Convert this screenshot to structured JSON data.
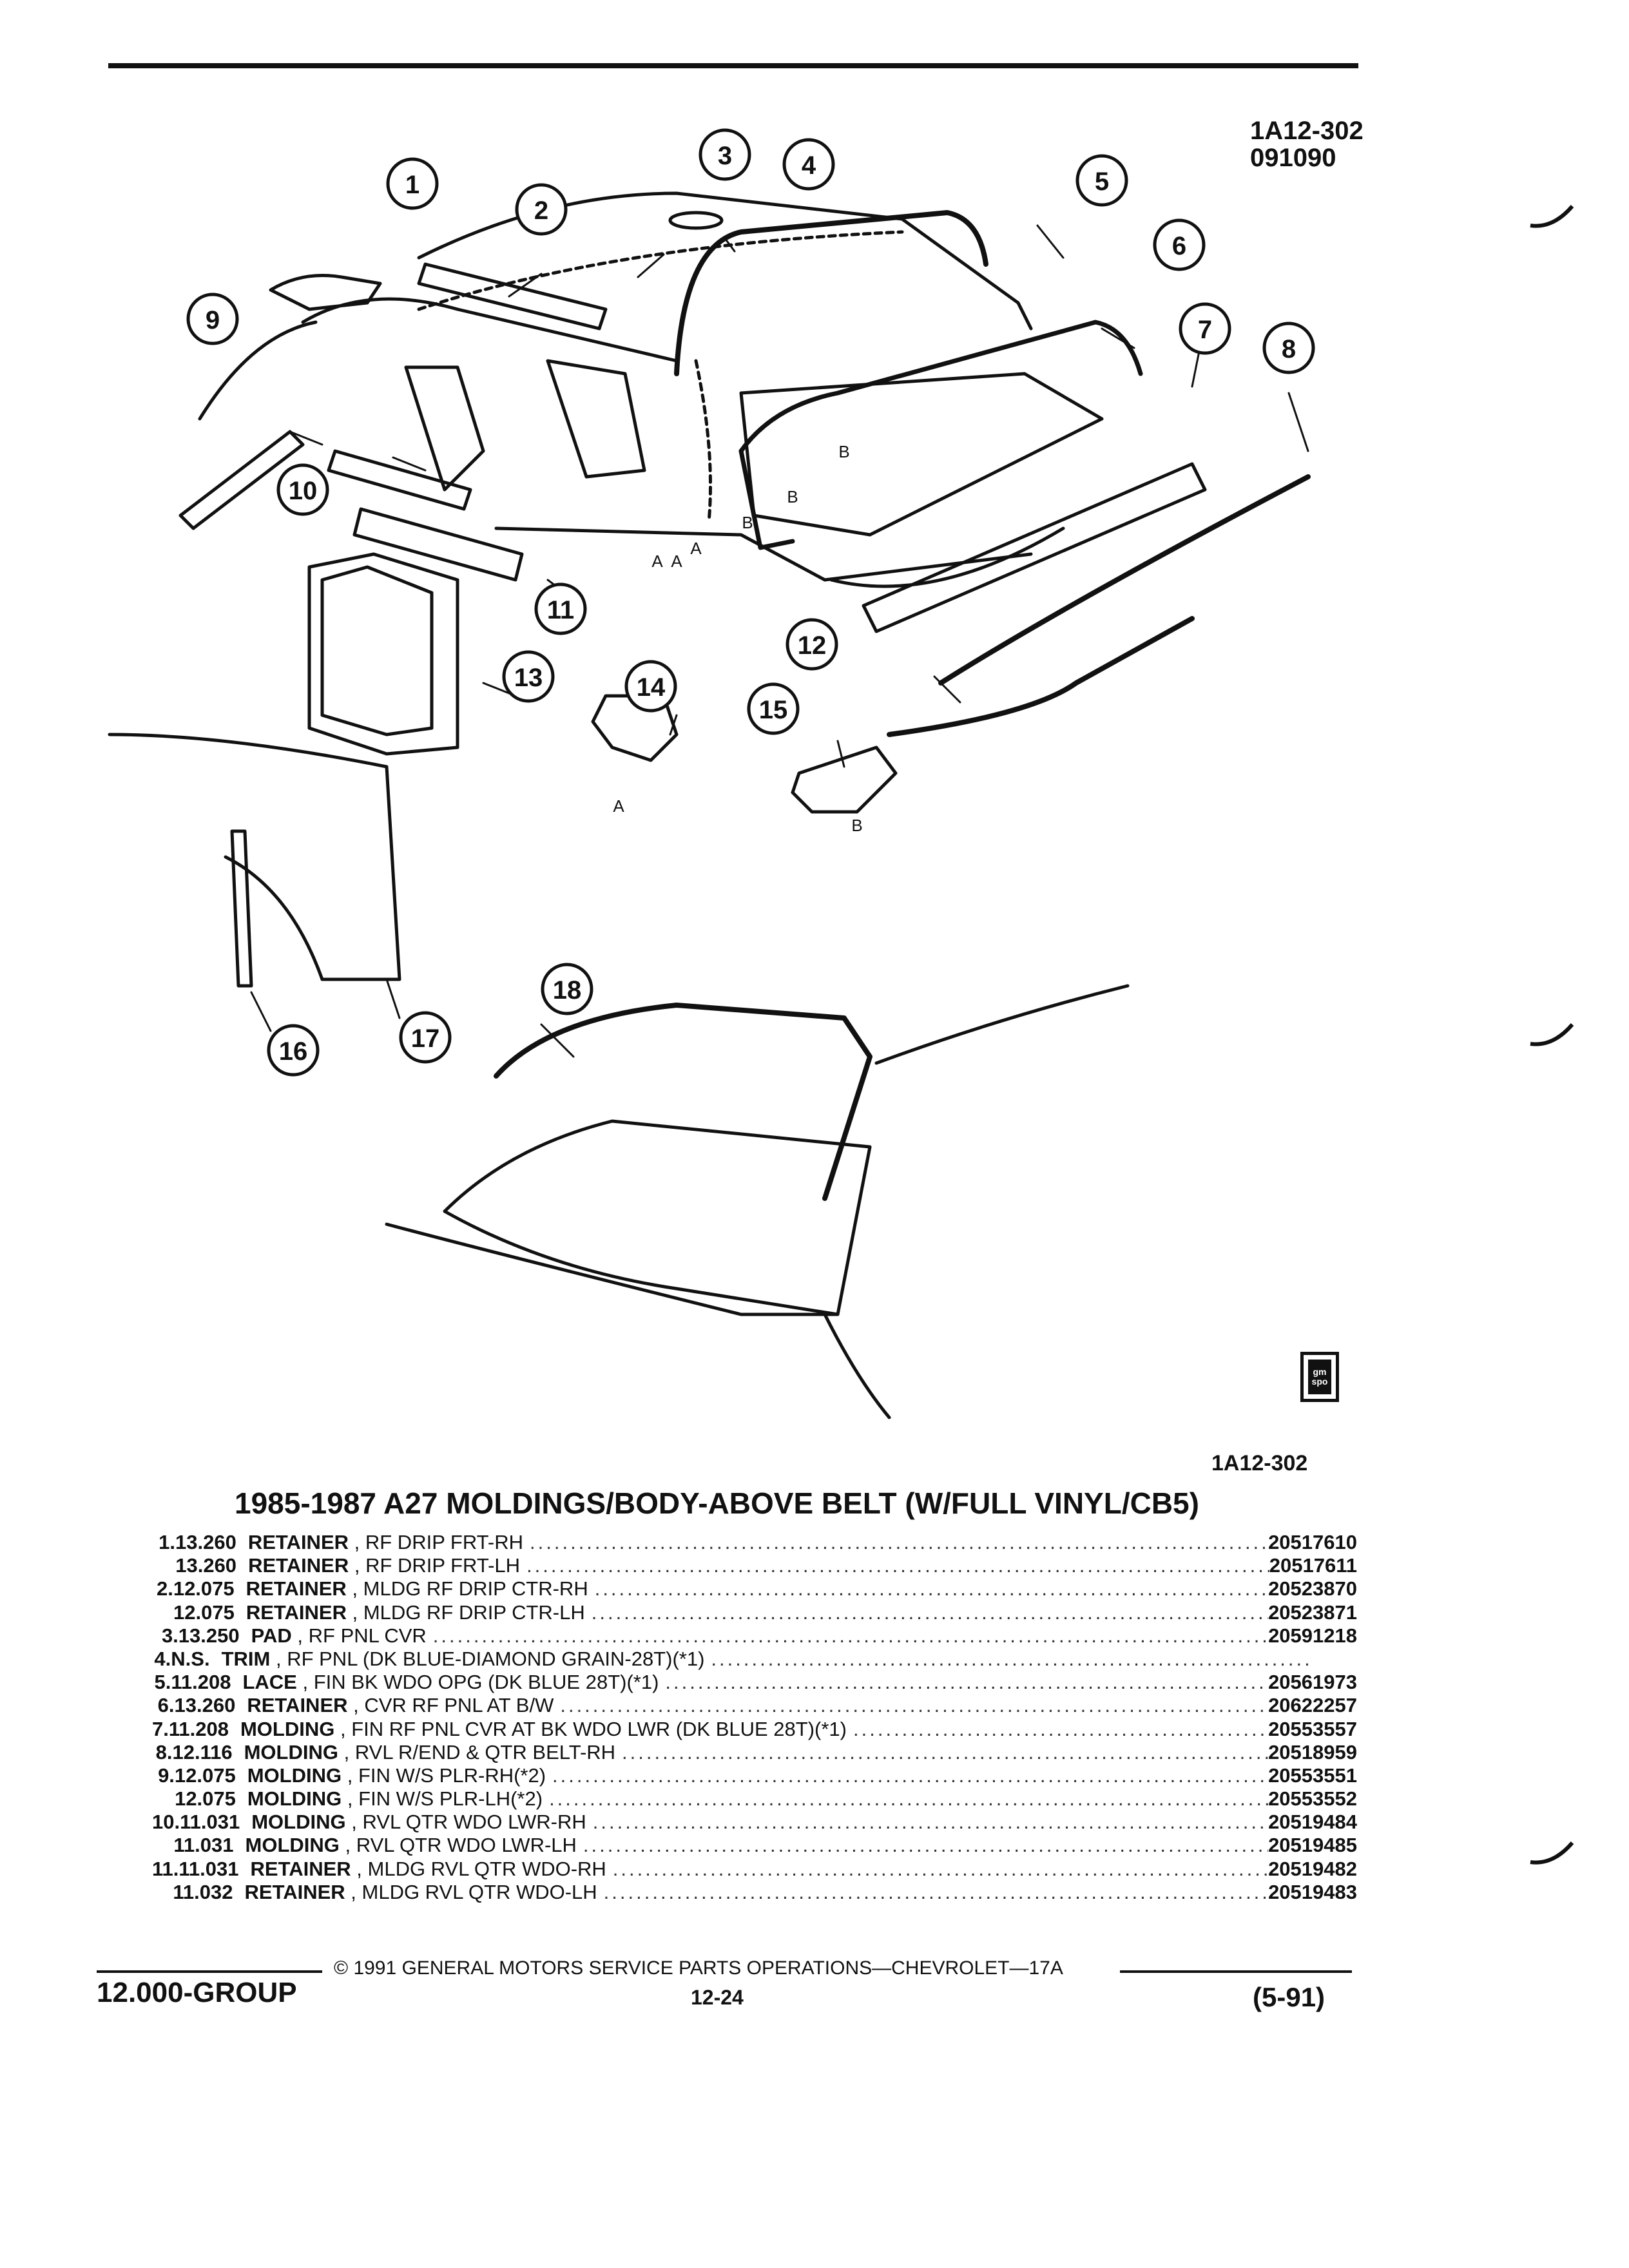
{
  "diagram": {
    "ref_code": "1A12-302",
    "ref_date": "091090",
    "callouts": [
      "1",
      "2",
      "3",
      "4",
      "5",
      "6",
      "7",
      "8",
      "9",
      "10",
      "11",
      "12",
      "13",
      "14",
      "15",
      "16",
      "17",
      "18"
    ],
    "letters": [
      "A",
      "A",
      "A",
      "B",
      "B",
      "B",
      "A",
      "B"
    ],
    "logo_text": "gm spo",
    "ref_bottom": "1A12-302"
  },
  "title": "1985-1987 A27 MOLDINGS/BODY-ABOVE BELT (W/FULL VINYL/CB5)",
  "parts": [
    {
      "idx": "1.",
      "code": "13.260",
      "name": "RETAINER",
      "desc": ", RF DRIP FRT-RH",
      "pn": "20517610"
    },
    {
      "idx": "",
      "code": "13.260",
      "name": "RETAINER",
      "desc": ", RF DRIP FRT-LH",
      "pn": "20517611"
    },
    {
      "idx": "2.",
      "code": "12.075",
      "name": "RETAINER",
      "desc": ", MLDG RF DRIP CTR-RH",
      "pn": "20523870"
    },
    {
      "idx": "",
      "code": "12.075",
      "name": "RETAINER",
      "desc": ", MLDG RF DRIP CTR-LH",
      "pn": "20523871"
    },
    {
      "idx": "3.",
      "code": "13.250",
      "name": "PAD",
      "desc": ", RF PNL CVR",
      "pn": "20591218"
    },
    {
      "idx": "4.",
      "code": "N.S.",
      "name": "TRIM",
      "desc": ", RF PNL (DK BLUE-DIAMOND GRAIN-28T)(*1)",
      "pn": ""
    },
    {
      "idx": "5.",
      "code": "11.208",
      "name": "LACE",
      "desc": ", FIN BK WDO OPG (DK BLUE 28T)(*1)",
      "pn": "20561973"
    },
    {
      "idx": "6.",
      "code": "13.260",
      "name": "RETAINER",
      "desc": ", CVR RF PNL AT B/W",
      "pn": "20622257"
    },
    {
      "idx": "7.",
      "code": "11.208",
      "name": "MOLDING",
      "desc": ", FIN RF PNL CVR AT BK WDO LWR (DK BLUE 28T)(*1)",
      "pn": "20553557"
    },
    {
      "idx": "8.",
      "code": "12.116",
      "name": "MOLDING",
      "desc": ", RVL R/END & QTR BELT-RH",
      "pn": "20518959"
    },
    {
      "idx": "9.",
      "code": "12.075",
      "name": "MOLDING",
      "desc": ", FIN W/S PLR-RH(*2)",
      "pn": "20553551"
    },
    {
      "idx": "",
      "code": "12.075",
      "name": "MOLDING",
      "desc": ", FIN W/S PLR-LH(*2)",
      "pn": "20553552"
    },
    {
      "idx": "10.",
      "code": "11.031",
      "name": "MOLDING",
      "desc": ", RVL QTR WDO LWR-RH",
      "pn": "20519484"
    },
    {
      "idx": "",
      "code": "11.031",
      "name": "MOLDING",
      "desc": ", RVL QTR WDO LWR-LH",
      "pn": "20519485"
    },
    {
      "idx": "11.",
      "code": "11.031",
      "name": "RETAINER",
      "desc": ", MLDG RVL QTR WDO-RH",
      "pn": "20519482"
    },
    {
      "idx": "",
      "code": "11.032",
      "name": "RETAINER",
      "desc": ", MLDG RVL QTR WDO-LH",
      "pn": "20519483"
    }
  ],
  "footer": {
    "copyright": "© 1991 GENERAL MOTORS SERVICE PARTS OPERATIONS—CHEVROLET—17A",
    "group": "12.000-GROUP",
    "page": "12-24",
    "date": "(5-91)"
  }
}
